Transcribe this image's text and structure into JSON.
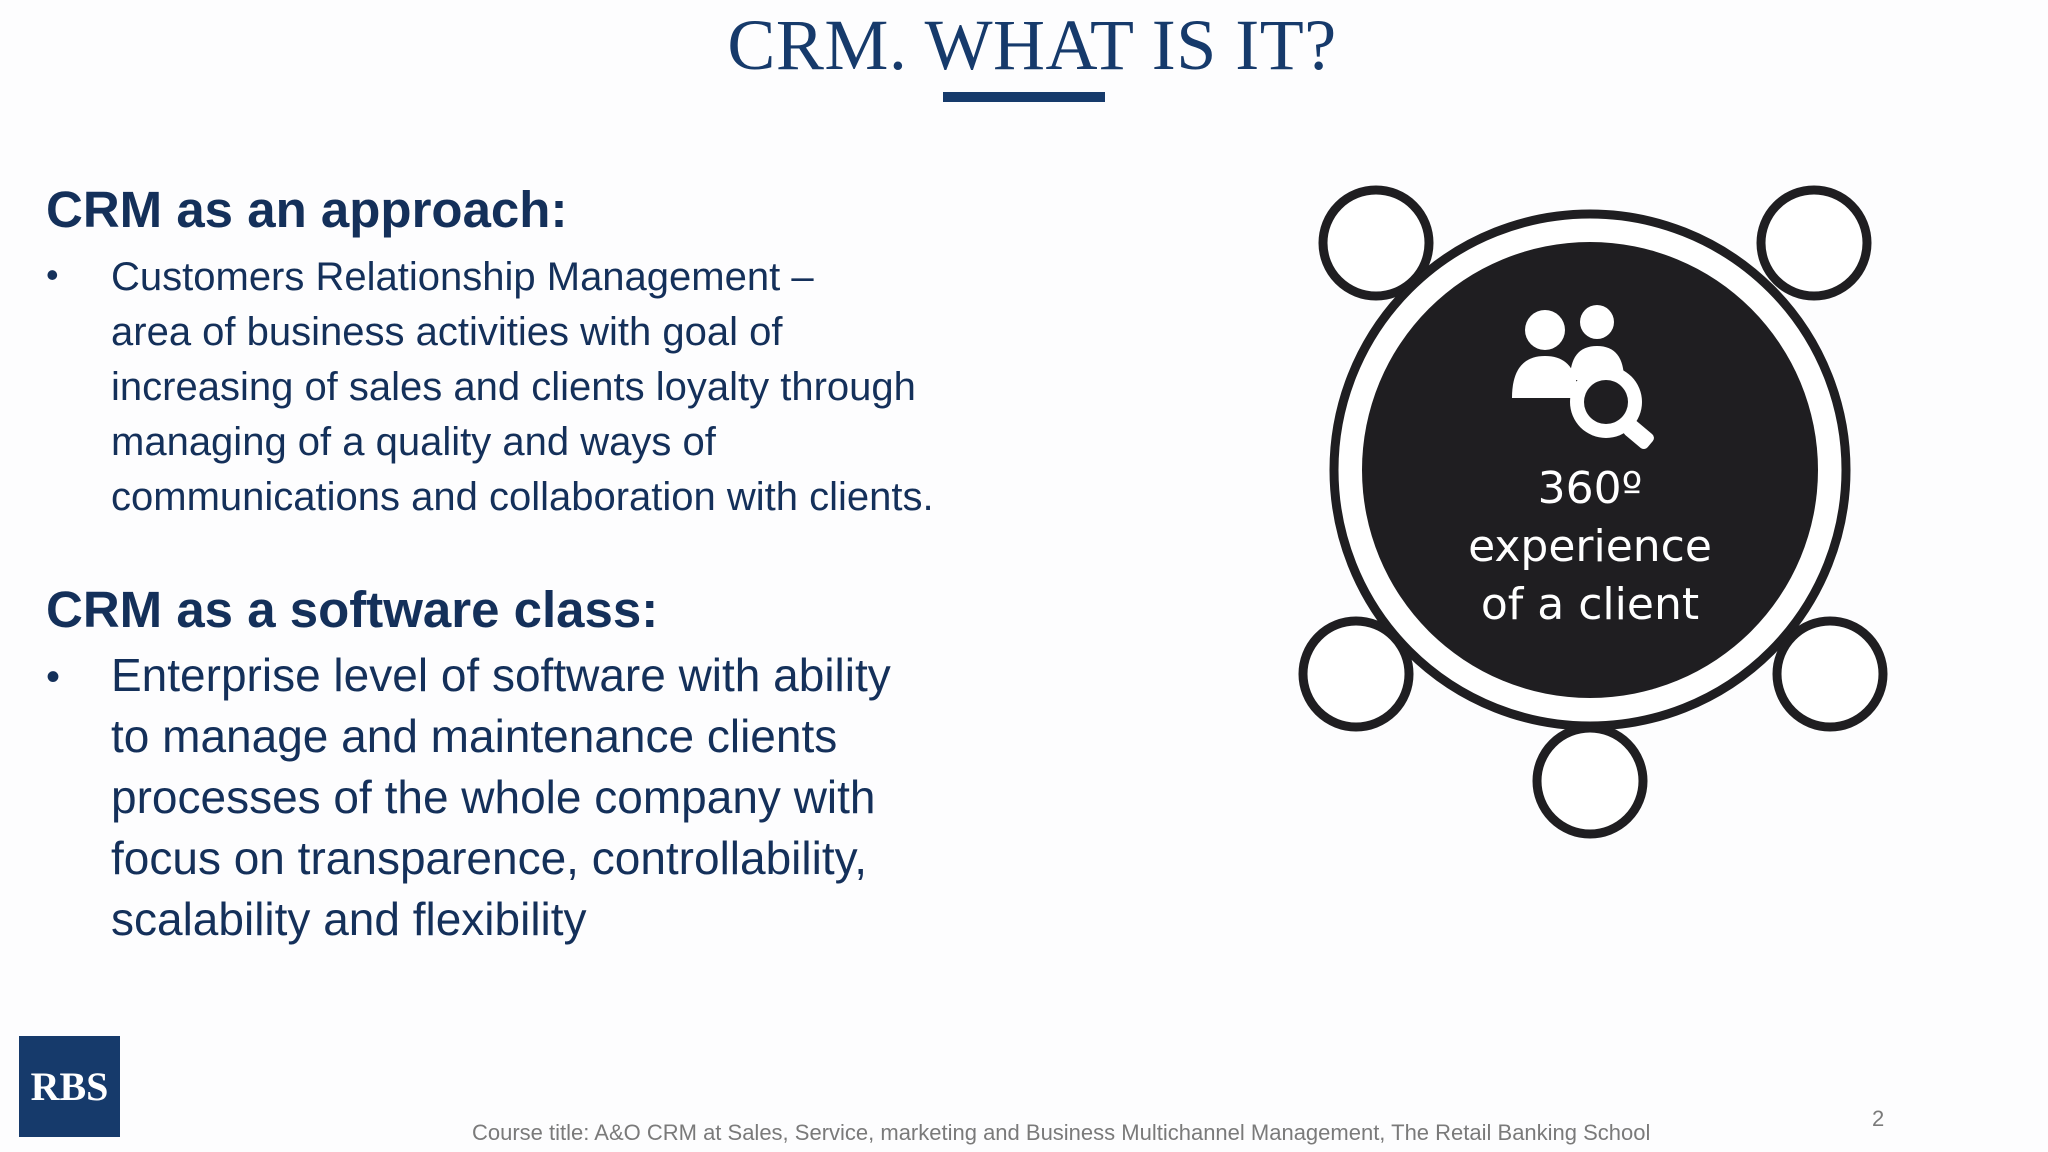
{
  "slide": {
    "title": "CRM. WHAT IS IT?",
    "section1": {
      "heading": "CRM as an approach:",
      "bullet": "•",
      "lines": [
        "Customers Relationship Management –",
        "area of business activities with goal of",
        "increasing of sales and clients loyalty through",
        "managing of a quality and ways of",
        "communications and collaboration with clients."
      ]
    },
    "section2": {
      "heading": "CRM as a software class:",
      "bullet": "•",
      "lines": [
        "Enterprise level of software with ability",
        "to manage and maintenance clients",
        "processes of the whole company with",
        "focus on transparence, controllability,",
        "scalability and flexibility"
      ]
    },
    "graphic": {
      "lines": [
        "360º",
        "experience",
        "of a client"
      ],
      "icon": "people-search-icon"
    },
    "logo": "RBS",
    "footer": "Course title: A&O CRM at Sales, Service, marketing and Business Multichannel Management, The Retail Banking School",
    "page_number": "2"
  },
  "colors": {
    "navy": "#163a6b",
    "text": "#14305a",
    "graphic_dark": "#1f1e21",
    "footer_gray": "#7a7a7a"
  }
}
